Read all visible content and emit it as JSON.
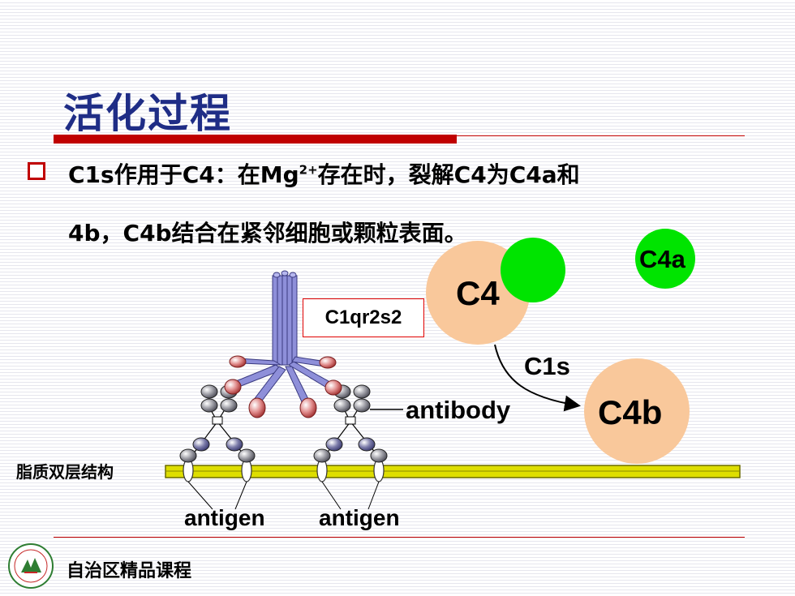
{
  "title": "活化过程",
  "bullet": {
    "line1_pre": "C1s作用于C4：在Mg",
    "line1_sup": "2+",
    "line1_post": "存在时，裂解C4为C4a和",
    "line2": "4b，C4b结合在紧邻细胞或颗粒表面。"
  },
  "diagram": {
    "c1_complex_label": "C1qr2s2",
    "c4_label": "C4",
    "c4a_label": "C4a",
    "c4b_label": "C4b",
    "c1s_label": "C1s",
    "antibody_label": "antibody",
    "antigen_label_1": "antigen",
    "antigen_label_2": "antigen",
    "membrane_label": "脂质双层结构"
  },
  "footer": {
    "text": "自治区精品课程"
  },
  "colors": {
    "title": "#1f2d86",
    "accent_red": "#c00000",
    "c4_peach": "#f9c89b",
    "c4a_green": "#00e400",
    "membrane": "#dede00",
    "collagen": "#8e8fd9",
    "globular_head": "#d98080",
    "antibody_domain": "#8a8a90"
  }
}
